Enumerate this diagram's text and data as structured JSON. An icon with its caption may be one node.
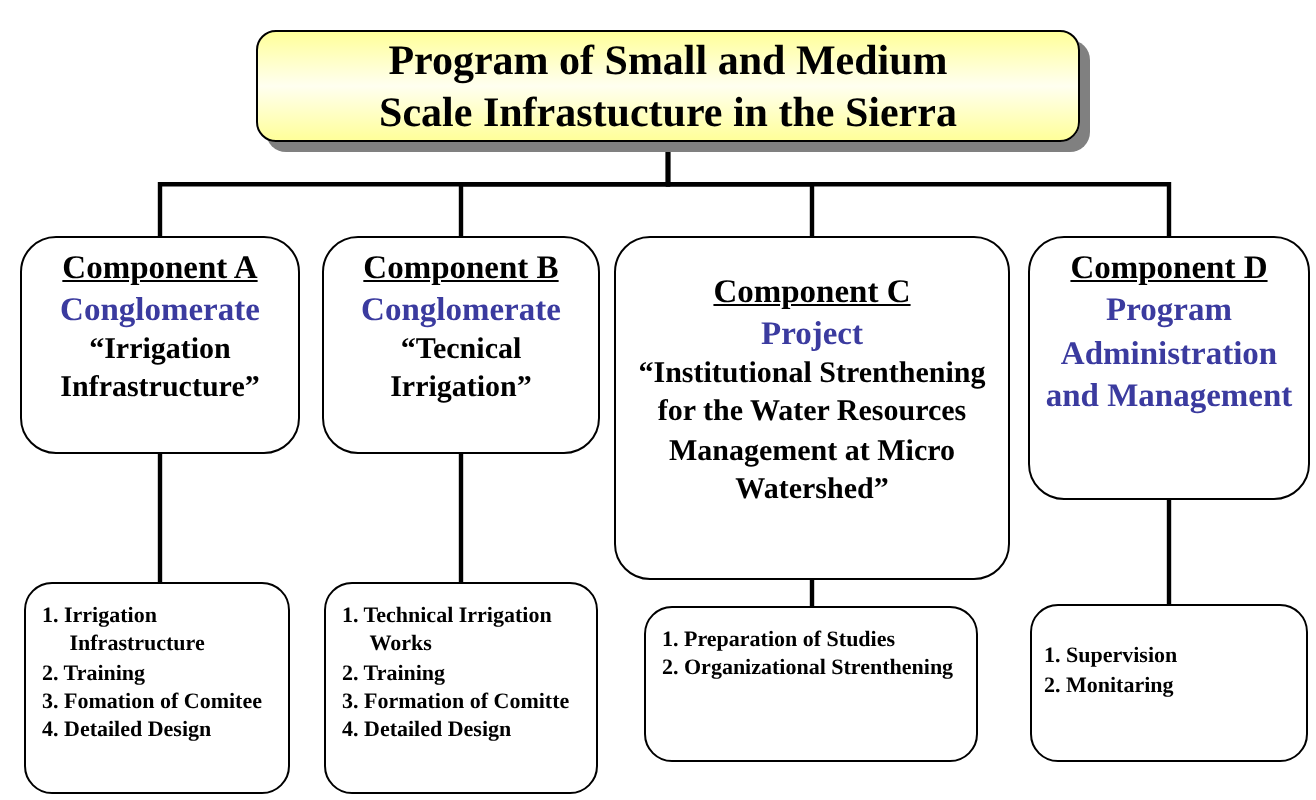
{
  "diagram": {
    "nodes": [
      {
        "text": [
          "Program of Small and Medium Scale Infrastucture in the Sierra"
        ]
      },
      {
        "text": [
          "Component A",
          "Conglomerate",
          "“Irrigation Infrastructure”"
        ]
      },
      {
        "text": [
          "Component B",
          "Conglomerate",
          "“Tecnical Irrigation”"
        ]
      },
      {
        "text": [
          "Component C",
          "Project",
          "“Institutional Strenthening for the Water Resources Management at Micro Watershed”"
        ]
      },
      {
        "text": [
          "Component D",
          "Program Administration and Management"
        ]
      },
      {
        "text": [
          "1. Irrigation Infrastructure",
          "2. Training",
          "3. Fomation of Comitee",
          "4. Detailed Design"
        ]
      },
      {
        "text": [
          "1. Technical Irrigation Works",
          "2. Training",
          "3. Formation of Comitte",
          "4. Detailed Design"
        ]
      },
      {
        "text": [
          "1. Preparation of Studies",
          "2. Organizational Strenthening"
        ]
      },
      {
        "text": [
          "1. Supervision",
          "2. Monitaring"
        ]
      }
    ],
    "edges": [
      {
        "from": 0,
        "to": 1,
        "arrow": "none"
      },
      {
        "from": 0,
        "to": 2,
        "arrow": "none"
      },
      {
        "from": 0,
        "to": 3,
        "arrow": "none"
      },
      {
        "from": 0,
        "to": 4,
        "arrow": "none"
      },
      {
        "from": 1,
        "to": 5,
        "arrow": "none"
      },
      {
        "from": 2,
        "to": 6,
        "arrow": "none"
      },
      {
        "from": 3,
        "to": 7,
        "arrow": "none"
      },
      {
        "from": 4,
        "to": 8,
        "arrow": "none"
      }
    ]
  }
}
